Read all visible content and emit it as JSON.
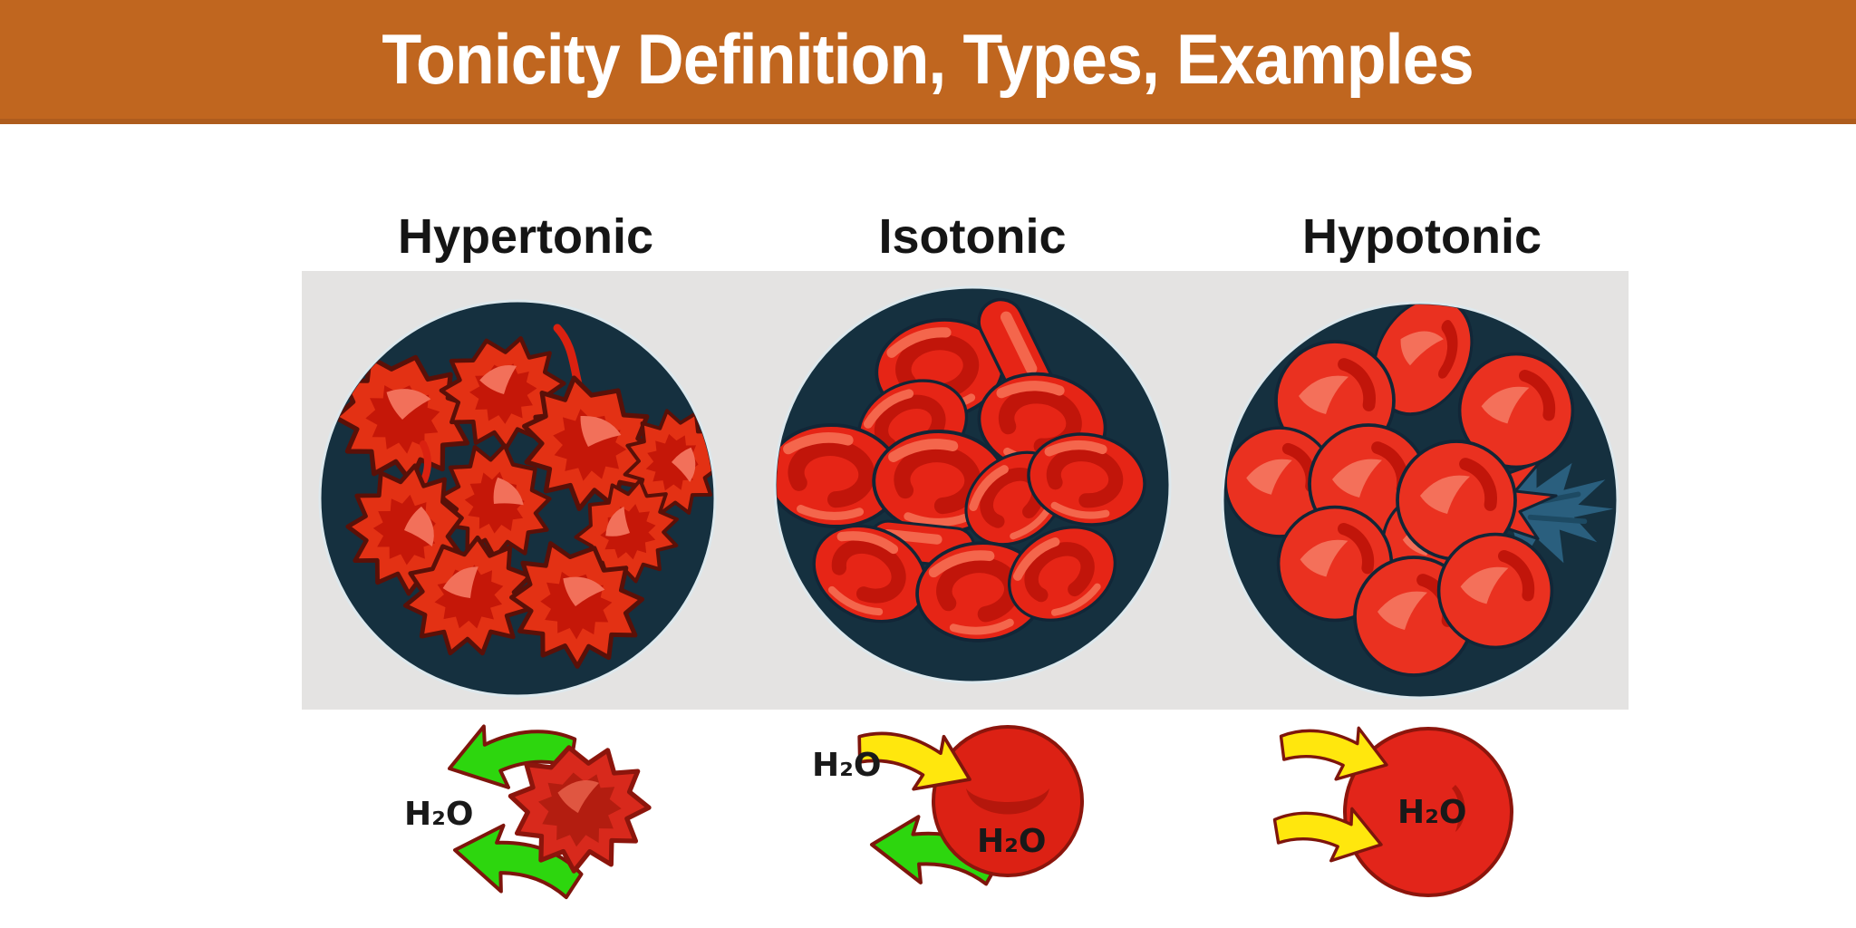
{
  "title": "Tonicity Definition, Types, Examples",
  "banner": {
    "background": "#c0661f",
    "edge": "#ae5c1d",
    "text_color": "#ffffff"
  },
  "sections": [
    {
      "id": "hypertonic",
      "label": "Hypertonic",
      "microscope_view": "crenated shriveled red blood cells on dark field",
      "water_flow": {
        "direction": "out",
        "arrows": 2,
        "arrow_color": "#2dd60e",
        "label": "H₂O"
      }
    },
    {
      "id": "isotonic",
      "label": "Isotonic",
      "microscope_view": "normal biconcave red blood cells on dark field",
      "water_flow": {
        "direction": "in-and-out",
        "arrows": 2,
        "in_arrow_color": "#ffe70d",
        "out_arrow_color": "#2dd60e",
        "label_in": "H₂O",
        "label_out": "H₂O"
      }
    },
    {
      "id": "hypotonic",
      "label": "Hypotonic",
      "microscope_view": "swollen spherical red blood cells, one bursting (lysis) on dark field",
      "water_flow": {
        "direction": "in",
        "arrows": 2,
        "arrow_color": "#ffe70d",
        "label": "H₂O"
      }
    }
  ],
  "colors": {
    "band_background": "#e4e3e2",
    "dish_background": "#15303f",
    "cell_red": "#e62516",
    "cell_dark_red": "#c1150a",
    "cell_highlight": "#f4705a",
    "cell_outline": "#8c150c",
    "water_out_green": "#2dd60e",
    "water_in_yellow": "#ffe70d",
    "lysis_splash_teal": "#2a5f7e"
  }
}
